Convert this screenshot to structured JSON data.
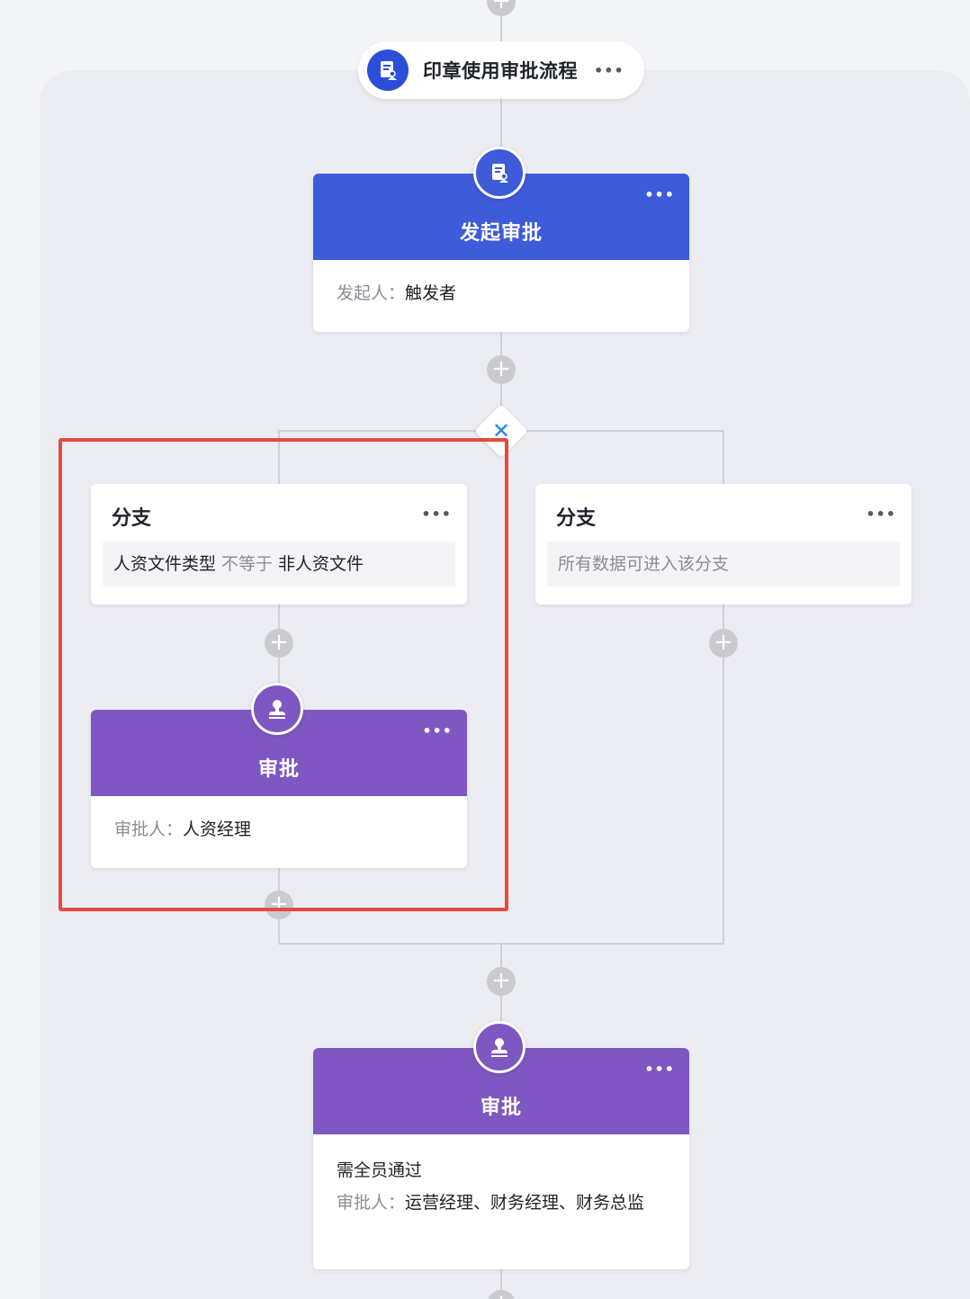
{
  "flow": {
    "title": "印章使用审批流程",
    "more": "•••"
  },
  "start_node": {
    "title": "发起审批",
    "more": "•••",
    "initiator_label": "发起人：",
    "initiator_value": "触发者"
  },
  "gateway": {
    "icon": "x-icon",
    "glyph": "✕"
  },
  "branches": [
    {
      "title": "分支",
      "more": "•••",
      "condition_field": "人资文件类型",
      "condition_operator": "不等于",
      "condition_value": "非人资文件",
      "approval": {
        "title": "审批",
        "more": "•••",
        "approver_label": "审批人：",
        "approver_value": "人资经理"
      }
    },
    {
      "title": "分支",
      "more": "•••",
      "condition_text": "所有数据可进入该分支"
    }
  ],
  "final_approval": {
    "title": "审批",
    "more": "•••",
    "mode": "需全员通过",
    "approver_label": "审批人：",
    "approver_value": "运营经理、财务经理、财务总监"
  },
  "plus_glyph": "+",
  "colors": {
    "start_head": "#3e5bd9",
    "approval_head": "#7e57c2",
    "pill_icon": "#2c4fd9",
    "highlight": "#e64a41",
    "gateway_x": "#1e88e5"
  }
}
